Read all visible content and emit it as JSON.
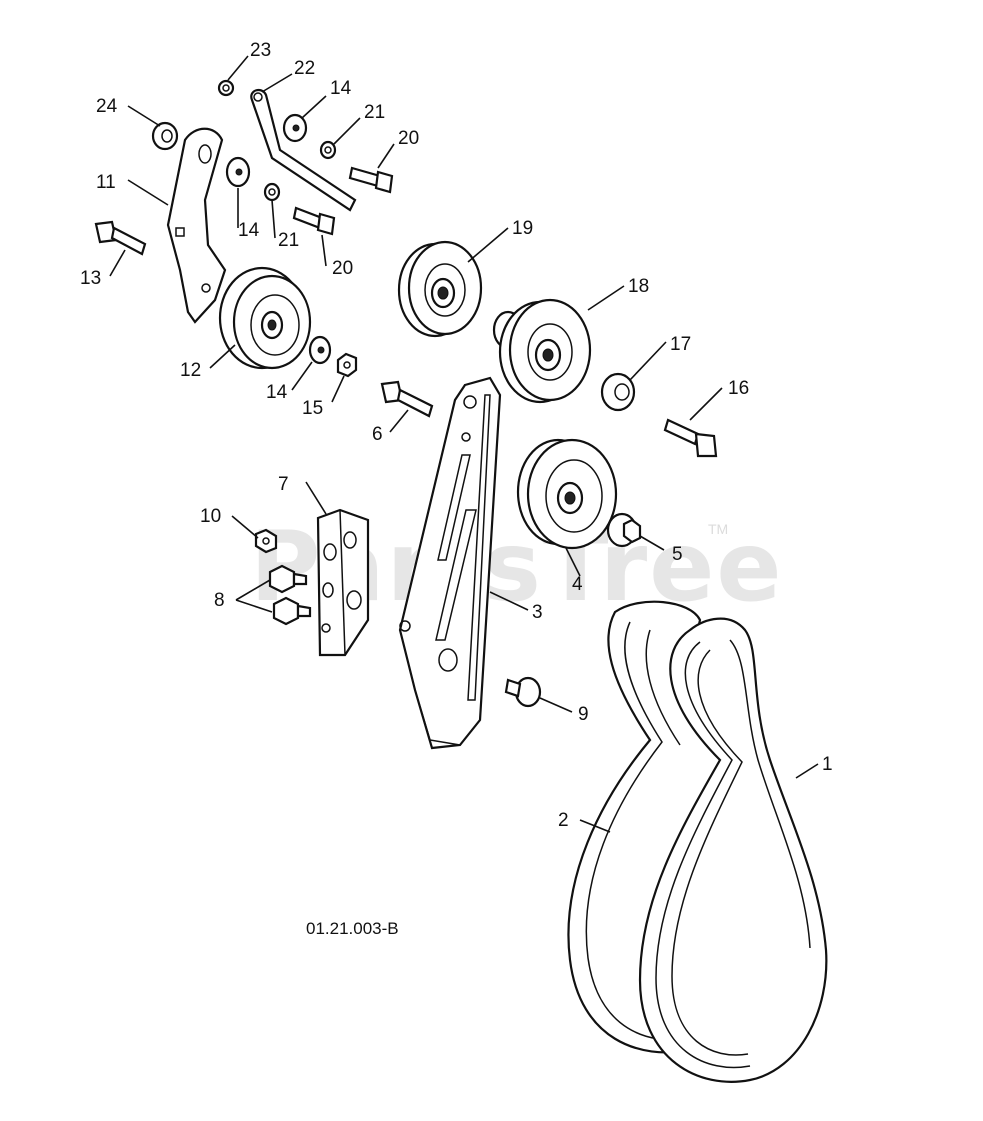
{
  "watermark": {
    "text": "PartsTree",
    "trademark": "TM"
  },
  "diagram_code": "01.21.003-B",
  "callouts": [
    "1",
    "2",
    "3",
    "4",
    "5",
    "6",
    "7",
    "8",
    "9",
    "10",
    "11",
    "12",
    "13",
    "14",
    "14",
    "14",
    "15",
    "16",
    "17",
    "18",
    "19",
    "20",
    "20",
    "21",
    "21",
    "22",
    "23",
    "24"
  ]
}
